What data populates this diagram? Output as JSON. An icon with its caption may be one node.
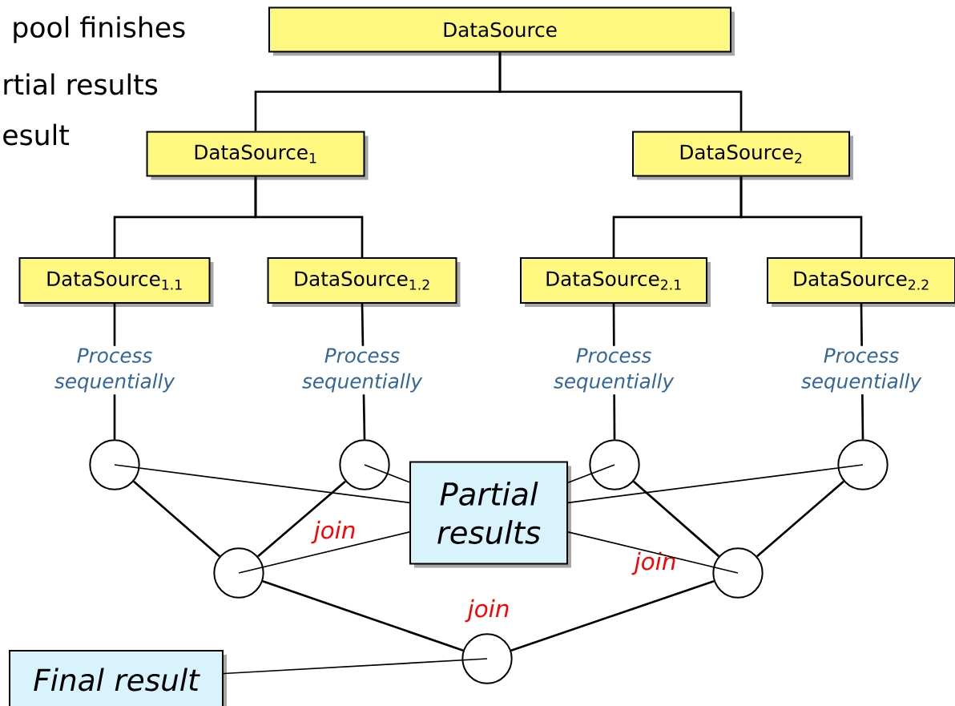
{
  "diagram": {
    "nodes": [
      {
        "text": [
          "DataSource"
        ]
      },
      {
        "text": [
          "DataSource$_{1}$"
        ]
      },
      {
        "text": [
          "DataSource$_{2}$"
        ]
      },
      {
        "text": [
          "DataSource$_{1.1}$"
        ]
      },
      {
        "text": [
          "DataSource$_{1.2}$"
        ]
      },
      {
        "text": [
          "DataSource$_{2.1}$"
        ]
      },
      {
        "text": [
          "DataSource$_{2.2}$"
        ]
      },
      {
        "text": [],
        "shape": "circle"
      },
      {
        "text": [],
        "shape": "circle"
      },
      {
        "text": [],
        "shape": "circle"
      },
      {
        "text": [],
        "shape": "circle"
      },
      {
        "text": [],
        "shape": "circle",
        "beside": [
          "join"
        ]
      },
      {
        "text": [],
        "shape": "circle",
        "beside": [
          "join"
        ]
      },
      {
        "text": [],
        "shape": "circle",
        "beside": [
          "join"
        ]
      },
      {
        "text": [
          "Partial results"
        ]
      },
      {
        "text": [
          "Final result"
        ]
      }
    ],
    "edges": [
      {
        "from": 0,
        "to": 1,
        "arrow": "none"
      },
      {
        "from": 0,
        "to": 2,
        "arrow": "none"
      },
      {
        "from": 1,
        "to": 3,
        "arrow": "none"
      },
      {
        "from": 1,
        "to": 4,
        "arrow": "none"
      },
      {
        "from": 2,
        "to": 5,
        "arrow": "none"
      },
      {
        "from": 2,
        "to": 6,
        "arrow": "none"
      },
      {
        "from": 3,
        "to": 7,
        "arrow": "none",
        "label": "Process sequentially"
      },
      {
        "from": 4,
        "to": 8,
        "arrow": "none",
        "label": "Process sequentially"
      },
      {
        "from": 5,
        "to": 9,
        "arrow": "none",
        "label": "Process sequentially"
      },
      {
        "from": 6,
        "to": 10,
        "arrow": "none",
        "label": "Process sequentially"
      },
      {
        "from": 7,
        "to": 11,
        "arrow": "none"
      },
      {
        "from": 8,
        "to": 11,
        "arrow": "none"
      },
      {
        "from": 9,
        "to": 12,
        "arrow": "none"
      },
      {
        "from": 10,
        "to": 12,
        "arrow": "none"
      },
      {
        "from": 11,
        "to": 13,
        "arrow": "none"
      },
      {
        "from": 12,
        "to": 13,
        "arrow": "none"
      },
      {
        "from": 14,
        "to": 7,
        "arrow": "none"
      },
      {
        "from": 14,
        "to": 8,
        "arrow": "none"
      },
      {
        "from": 14,
        "to": 9,
        "arrow": "none"
      },
      {
        "from": 14,
        "to": 10,
        "arrow": "none"
      },
      {
        "from": 14,
        "to": 11,
        "arrow": "none"
      },
      {
        "from": 14,
        "to": 12,
        "arrow": "none"
      },
      {
        "from": 15,
        "to": 13,
        "arrow": "none"
      }
    ],
    "labels": [
      "pool finishes",
      "rtial results",
      "esult"
    ]
  }
}
